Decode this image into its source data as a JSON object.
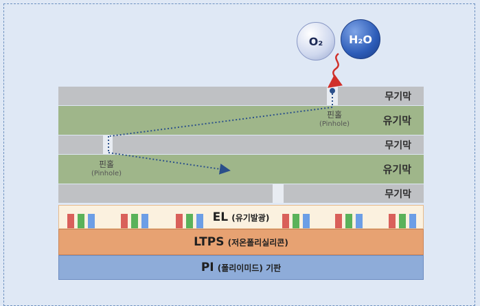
{
  "molecules": {
    "o2": "O₂",
    "h2o": "H₂O"
  },
  "layers": {
    "inorganic_1": "무기막",
    "organic_1": "유기막",
    "inorganic_2": "무기막",
    "organic_2": "유기막",
    "inorganic_3": "무기막"
  },
  "pinholes": [
    {
      "label": "핀홀",
      "sub": "(Pinhole)"
    },
    {
      "label": "핀홀",
      "sub": "(Pinhole)"
    }
  ],
  "el": {
    "main": "EL",
    "sub": "(유기발광)"
  },
  "ltps": {
    "main": "LTPS",
    "sub": "(저온폴리실리콘)"
  },
  "pi": {
    "main": "PI",
    "sub": "(폴리이미드) 기판"
  },
  "colors": {
    "inorganic": "#bfc1c4",
    "organic": "#9fb68a",
    "el": "#fbf1df",
    "ltps": "#e7a272",
    "pi": "#8eacd9",
    "subpixel_red": "#d9605a",
    "subpixel_green": "#5ab25a",
    "subpixel_blue": "#6c9ee6",
    "path_arrow": "#2a4f8a",
    "squiggle": "#d0302a"
  }
}
